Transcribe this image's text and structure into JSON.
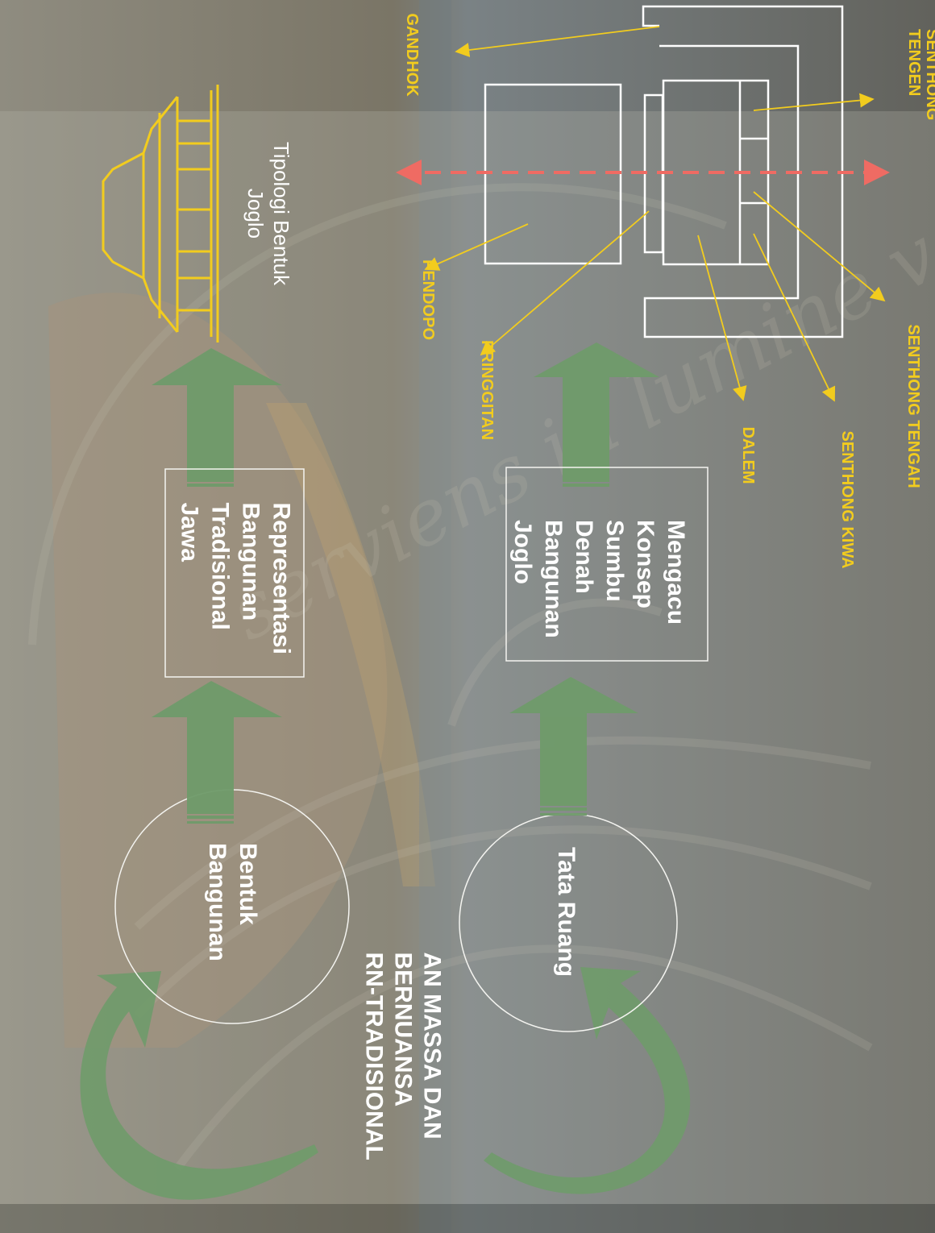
{
  "watermark": "serviens in lumine veritatis",
  "title_lines": [
    "AN MASSA    DAN",
    "BERNUANSA",
    "RN-TRADISIONAL"
  ],
  "flow_top": {
    "circle_label": [
      "Bentuk",
      "Bangunan"
    ],
    "box_label": [
      "Representasi",
      "Bangunan",
      "Tradisional",
      "Jawa"
    ],
    "result_label": [
      "Tipologi Bentuk",
      "Joglo"
    ]
  },
  "flow_bottom": {
    "circle_label": "Tata Ruang",
    "box_label": [
      "Mengacu",
      "Konsep",
      "Sumbu",
      "Denah",
      "Bangunan",
      "Joglo"
    ]
  },
  "plan_labels": {
    "gandhok": "GANDHOK",
    "pendopo": "PENDOPO",
    "pringgitan": "PRINGGITAN",
    "dalem": "DALEM",
    "senthong_kiwa": "SENTHONG KIWA",
    "senthong_tengah": "SENTHONG TENGAH",
    "senthong_tengen": [
      "SENTHONG",
      "TENGEN"
    ]
  },
  "colors": {
    "arrow_green": "#6f9b6a",
    "label_yellow": "#f2cc1e",
    "axis_red": "#ef6b63",
    "line_white": "#ffffff"
  }
}
